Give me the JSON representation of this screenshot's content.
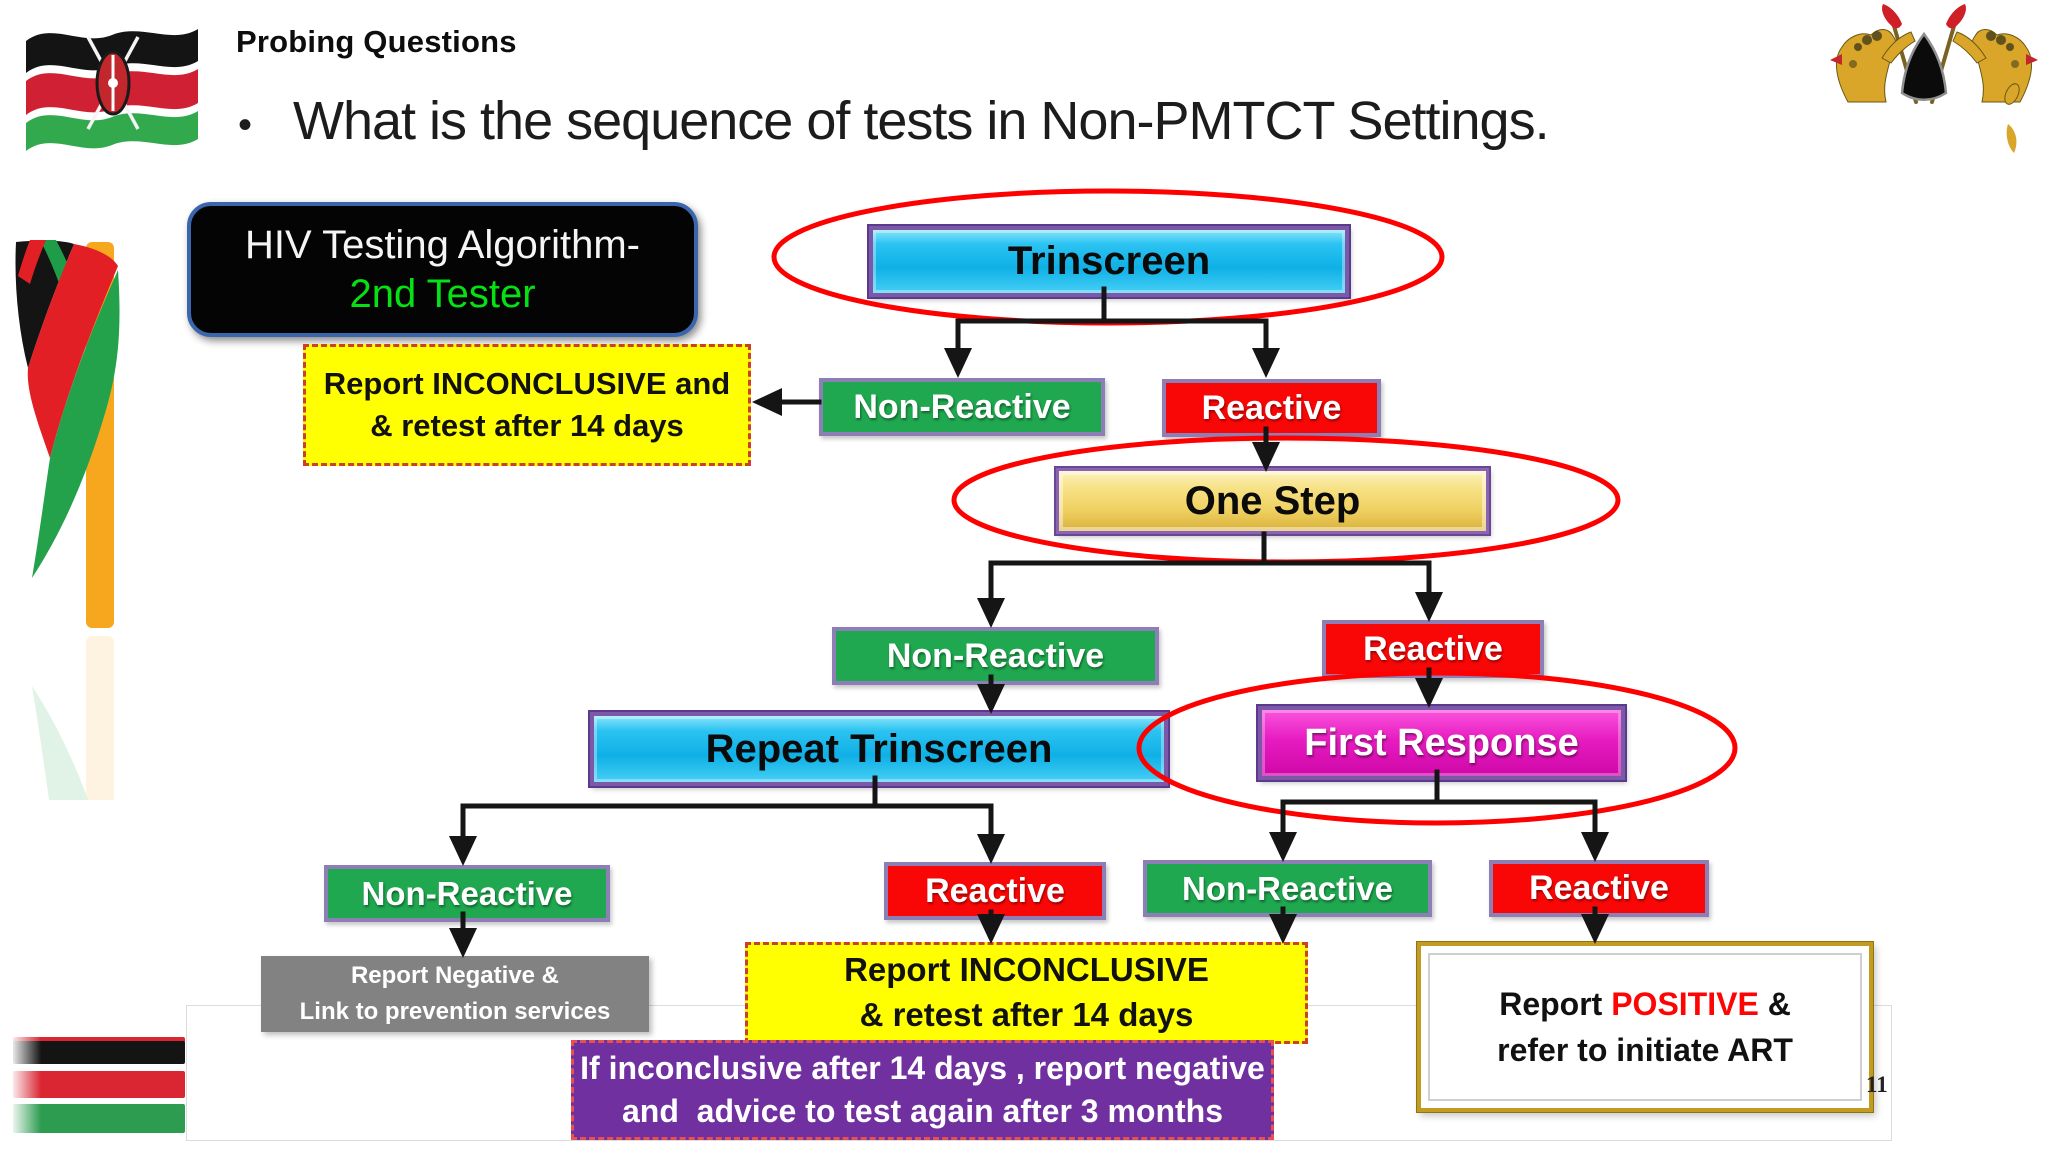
{
  "slide": {
    "header_title": "Probing Questions",
    "bullet_glyph": "•",
    "bullet_text": "What is the sequence of tests in Non-PMTCT Settings.",
    "page_number": "11"
  },
  "legend_box": {
    "line1": "HIV Testing Algorithm-",
    "line2": "2nd Tester"
  },
  "nodes": {
    "trinscreen": "Trinscreen",
    "non_reactive": "Non-Reactive",
    "reactive": "Reactive",
    "one_step": "One Step",
    "repeat_trinscreen": "Repeat Trinscreen",
    "first_response": "First Response"
  },
  "outcomes": {
    "inconclusive_top": {
      "line1": "Report INCONCLUSIVE and",
      "line2": "& retest after 14 days"
    },
    "negative": {
      "line1": "Report Negative &",
      "line2": "Link to prevention services"
    },
    "inconclusive_bottom": {
      "line1": "Report INCONCLUSIVE",
      "line2": "& retest after 14 days"
    },
    "positive": {
      "prefix": "Report ",
      "highlight": "POSITIVE",
      "suffix": " &",
      "line2": "refer to initiate ART"
    },
    "followup": {
      "line1": "If inconclusive after 14 days , report negative",
      "line2": "and  advice to test again after 3 months"
    }
  },
  "icons": {
    "top_left": "kenya-flag-icon",
    "top_right": "kenya-coat-of-arms-icon",
    "left_side": "kenya-ribbon-graphic",
    "bottom_left": "kenya-stripes-graphic"
  },
  "colors": {
    "node_cyan": "#18b7ea",
    "node_gold": "#efd162",
    "node_magenta": "#e61cc0",
    "node_green": "#1fa84f",
    "node_red": "#f90707",
    "node_border_purple": "#8d7fb5",
    "note_yellow": "#ffff02",
    "note_gray": "#828282",
    "note_purple": "#7030a0",
    "positive_border_gold": "#c19b22",
    "highlight_ellipse_red": "#fe0000",
    "legend_green_text": "#06e114",
    "positive_text_red": "#fe0505",
    "arrow_black": "#151515"
  }
}
